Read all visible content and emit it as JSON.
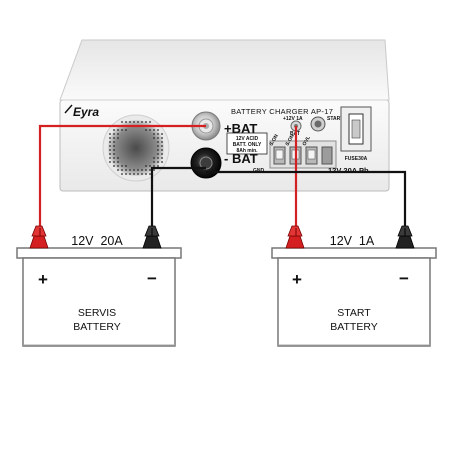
{
  "charger": {
    "brand": "Eyra",
    "model_title": "BATTERY CHARGER  AP-17",
    "plus_bat_label": "+BAT",
    "minus_bat_label": "- BAT",
    "acid_note_line1": "12V ACID",
    "acid_note_line2": "BATT. ONLY",
    "acid_note_line3": "8Ah min.",
    "start_output_label": "+12V 1A",
    "start_output_sub": "BAT",
    "start_help_label": "START HELP",
    "switch_labels": [
      "S.ON",
      "S.ON",
      "OVL"
    ],
    "fuse_label": "FUSE30A",
    "rating_label": "12V  20A  Pb",
    "gnd_label": "GND"
  },
  "batteries": [
    {
      "rating": "12V  20A",
      "plus_symbol": "+",
      "minus_symbol": "−",
      "name_line1": "SERVIS",
      "name_line2": "BATTERY"
    },
    {
      "rating": "12V  1A",
      "plus_symbol": "+",
      "minus_symbol": "−",
      "name_line1": "START",
      "name_line2": "BATTERY"
    }
  ],
  "colors": {
    "positive_wire": "#d42020",
    "negative_wire": "#111111",
    "charger_body": "#f1f1f1",
    "battery_outline": "#777777"
  }
}
